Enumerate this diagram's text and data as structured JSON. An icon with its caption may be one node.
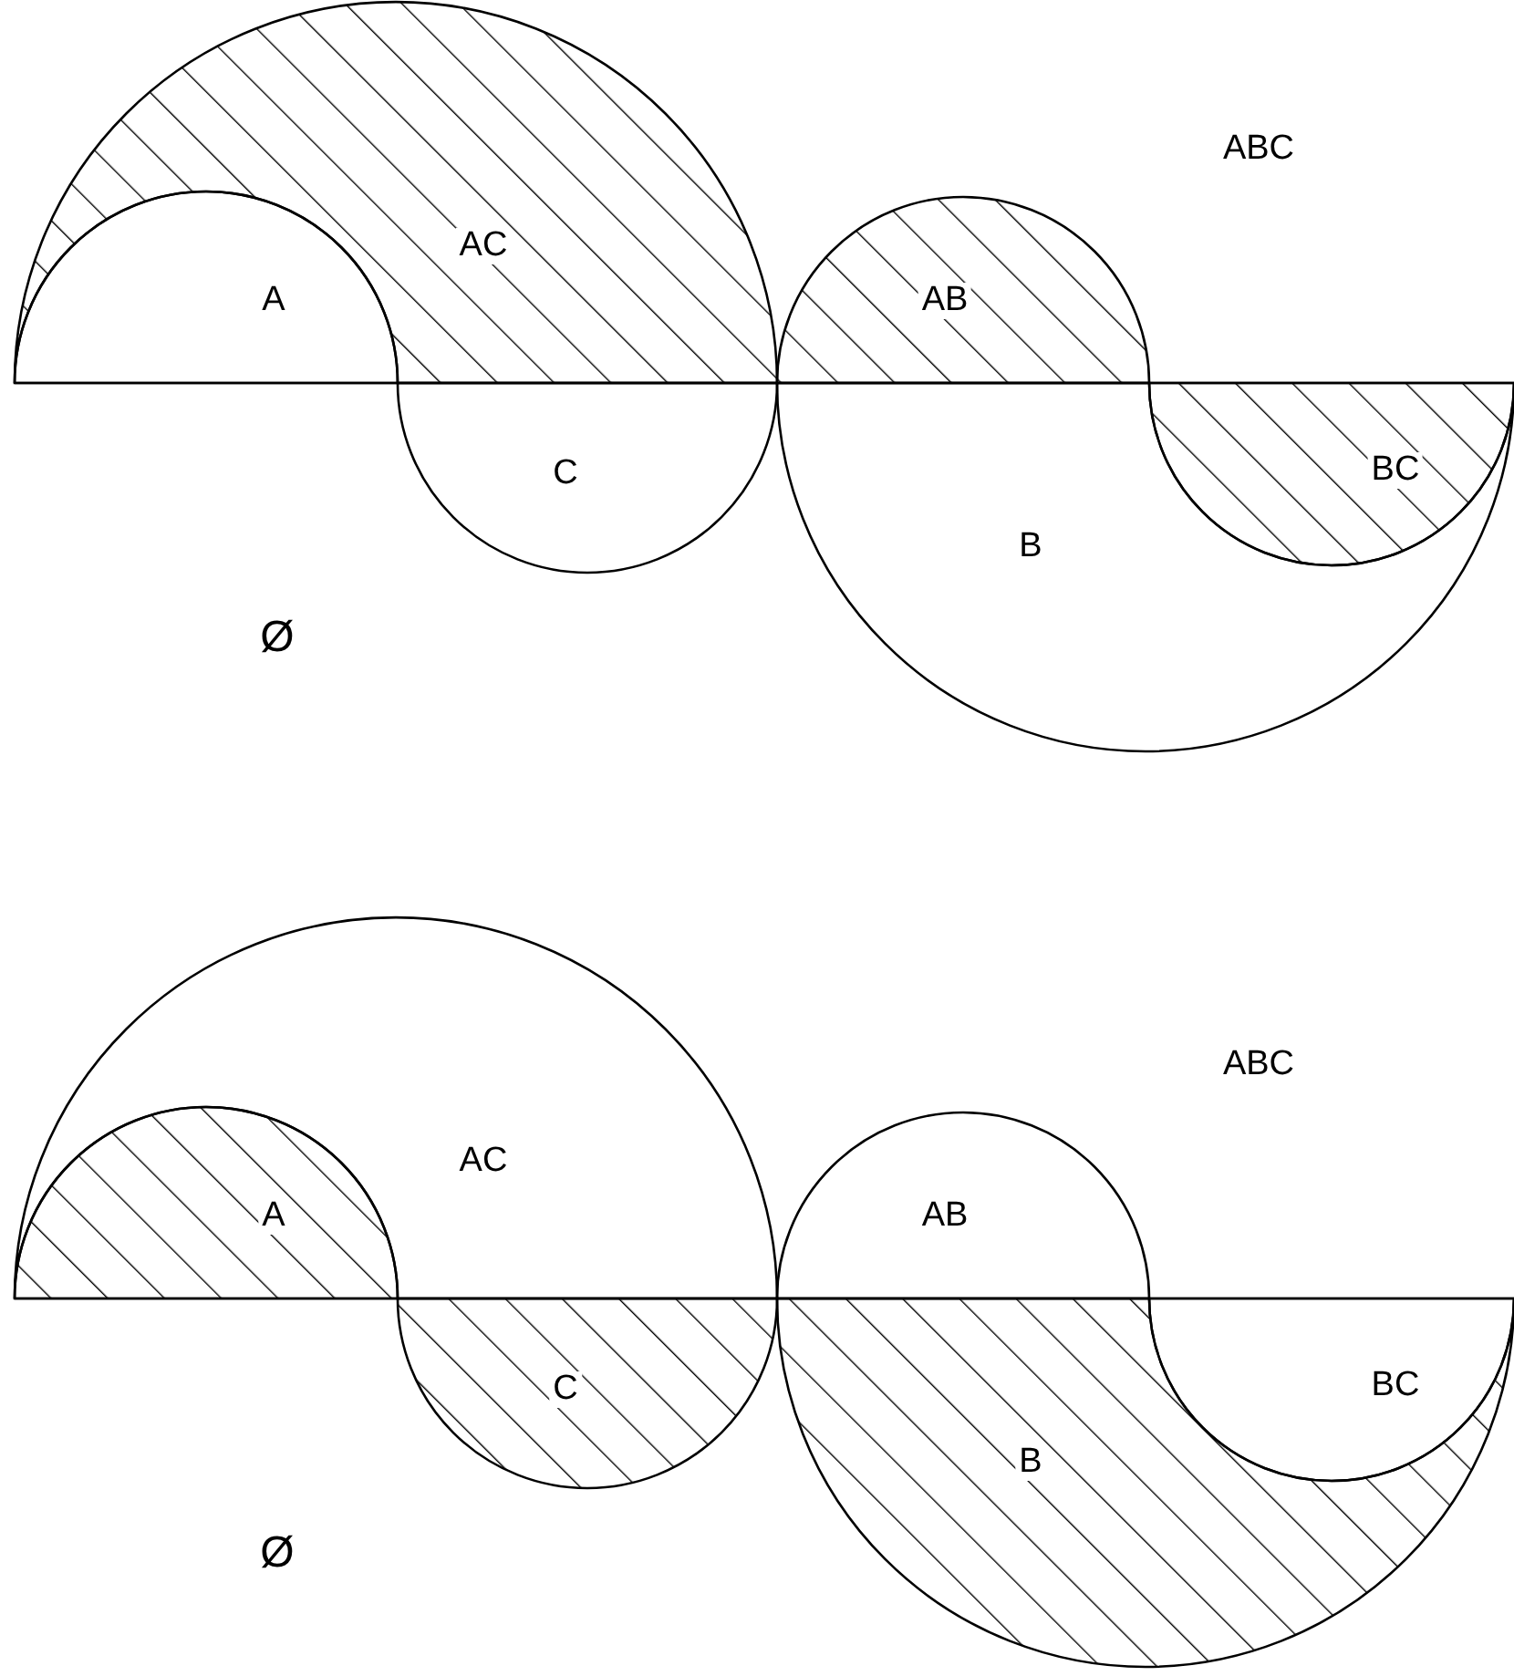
{
  "diagram": {
    "labels": [
      "ABC",
      "AC",
      "A",
      "AB",
      "C",
      "BC",
      "B",
      "Ø",
      "ABC",
      "AC",
      "A",
      "AB",
      "C",
      "BC",
      "B",
      "Ø"
    ]
  }
}
